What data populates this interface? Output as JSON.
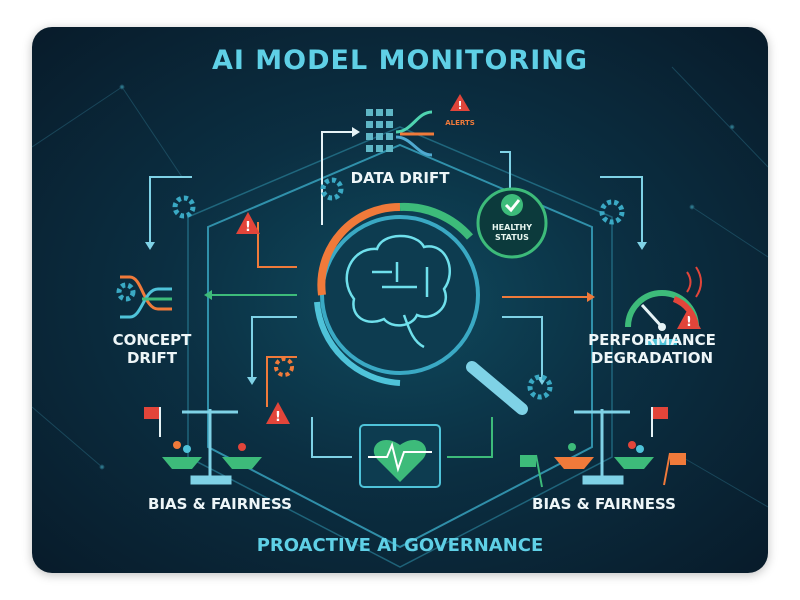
{
  "title": "AI MODEL MONITORING",
  "footer": "PROACTIVE AI GOVERNANCE",
  "nodes": {
    "data_drift": "DATA DRIFT",
    "alerts": "ALERTS",
    "healthy_status_line1": "HEALTHY",
    "healthy_status_line2": "STATUS",
    "concept_drift_line1": "CONCEPT",
    "concept_drift_line2": "DRIFT",
    "performance_line1": "PERFORMANCE",
    "performance_line2": "DEGRADATION",
    "bias_left": "BIAS & FAIRNESS",
    "bias_right": "BIAS & FAIRNESS"
  },
  "colors": {
    "teal": "#4fc3d9",
    "orange": "#f07a3a",
    "green": "#3dbb7a",
    "red": "#e2453a",
    "background": "#0b2f42"
  },
  "icons": [
    "brain-icon",
    "magnifier-icon",
    "data-grid-icon",
    "alert-icon",
    "check-icon",
    "gear-icon",
    "gauge-icon",
    "scales-icon",
    "flag-icon",
    "heart-pulse-icon",
    "branch-arrows-icon"
  ]
}
